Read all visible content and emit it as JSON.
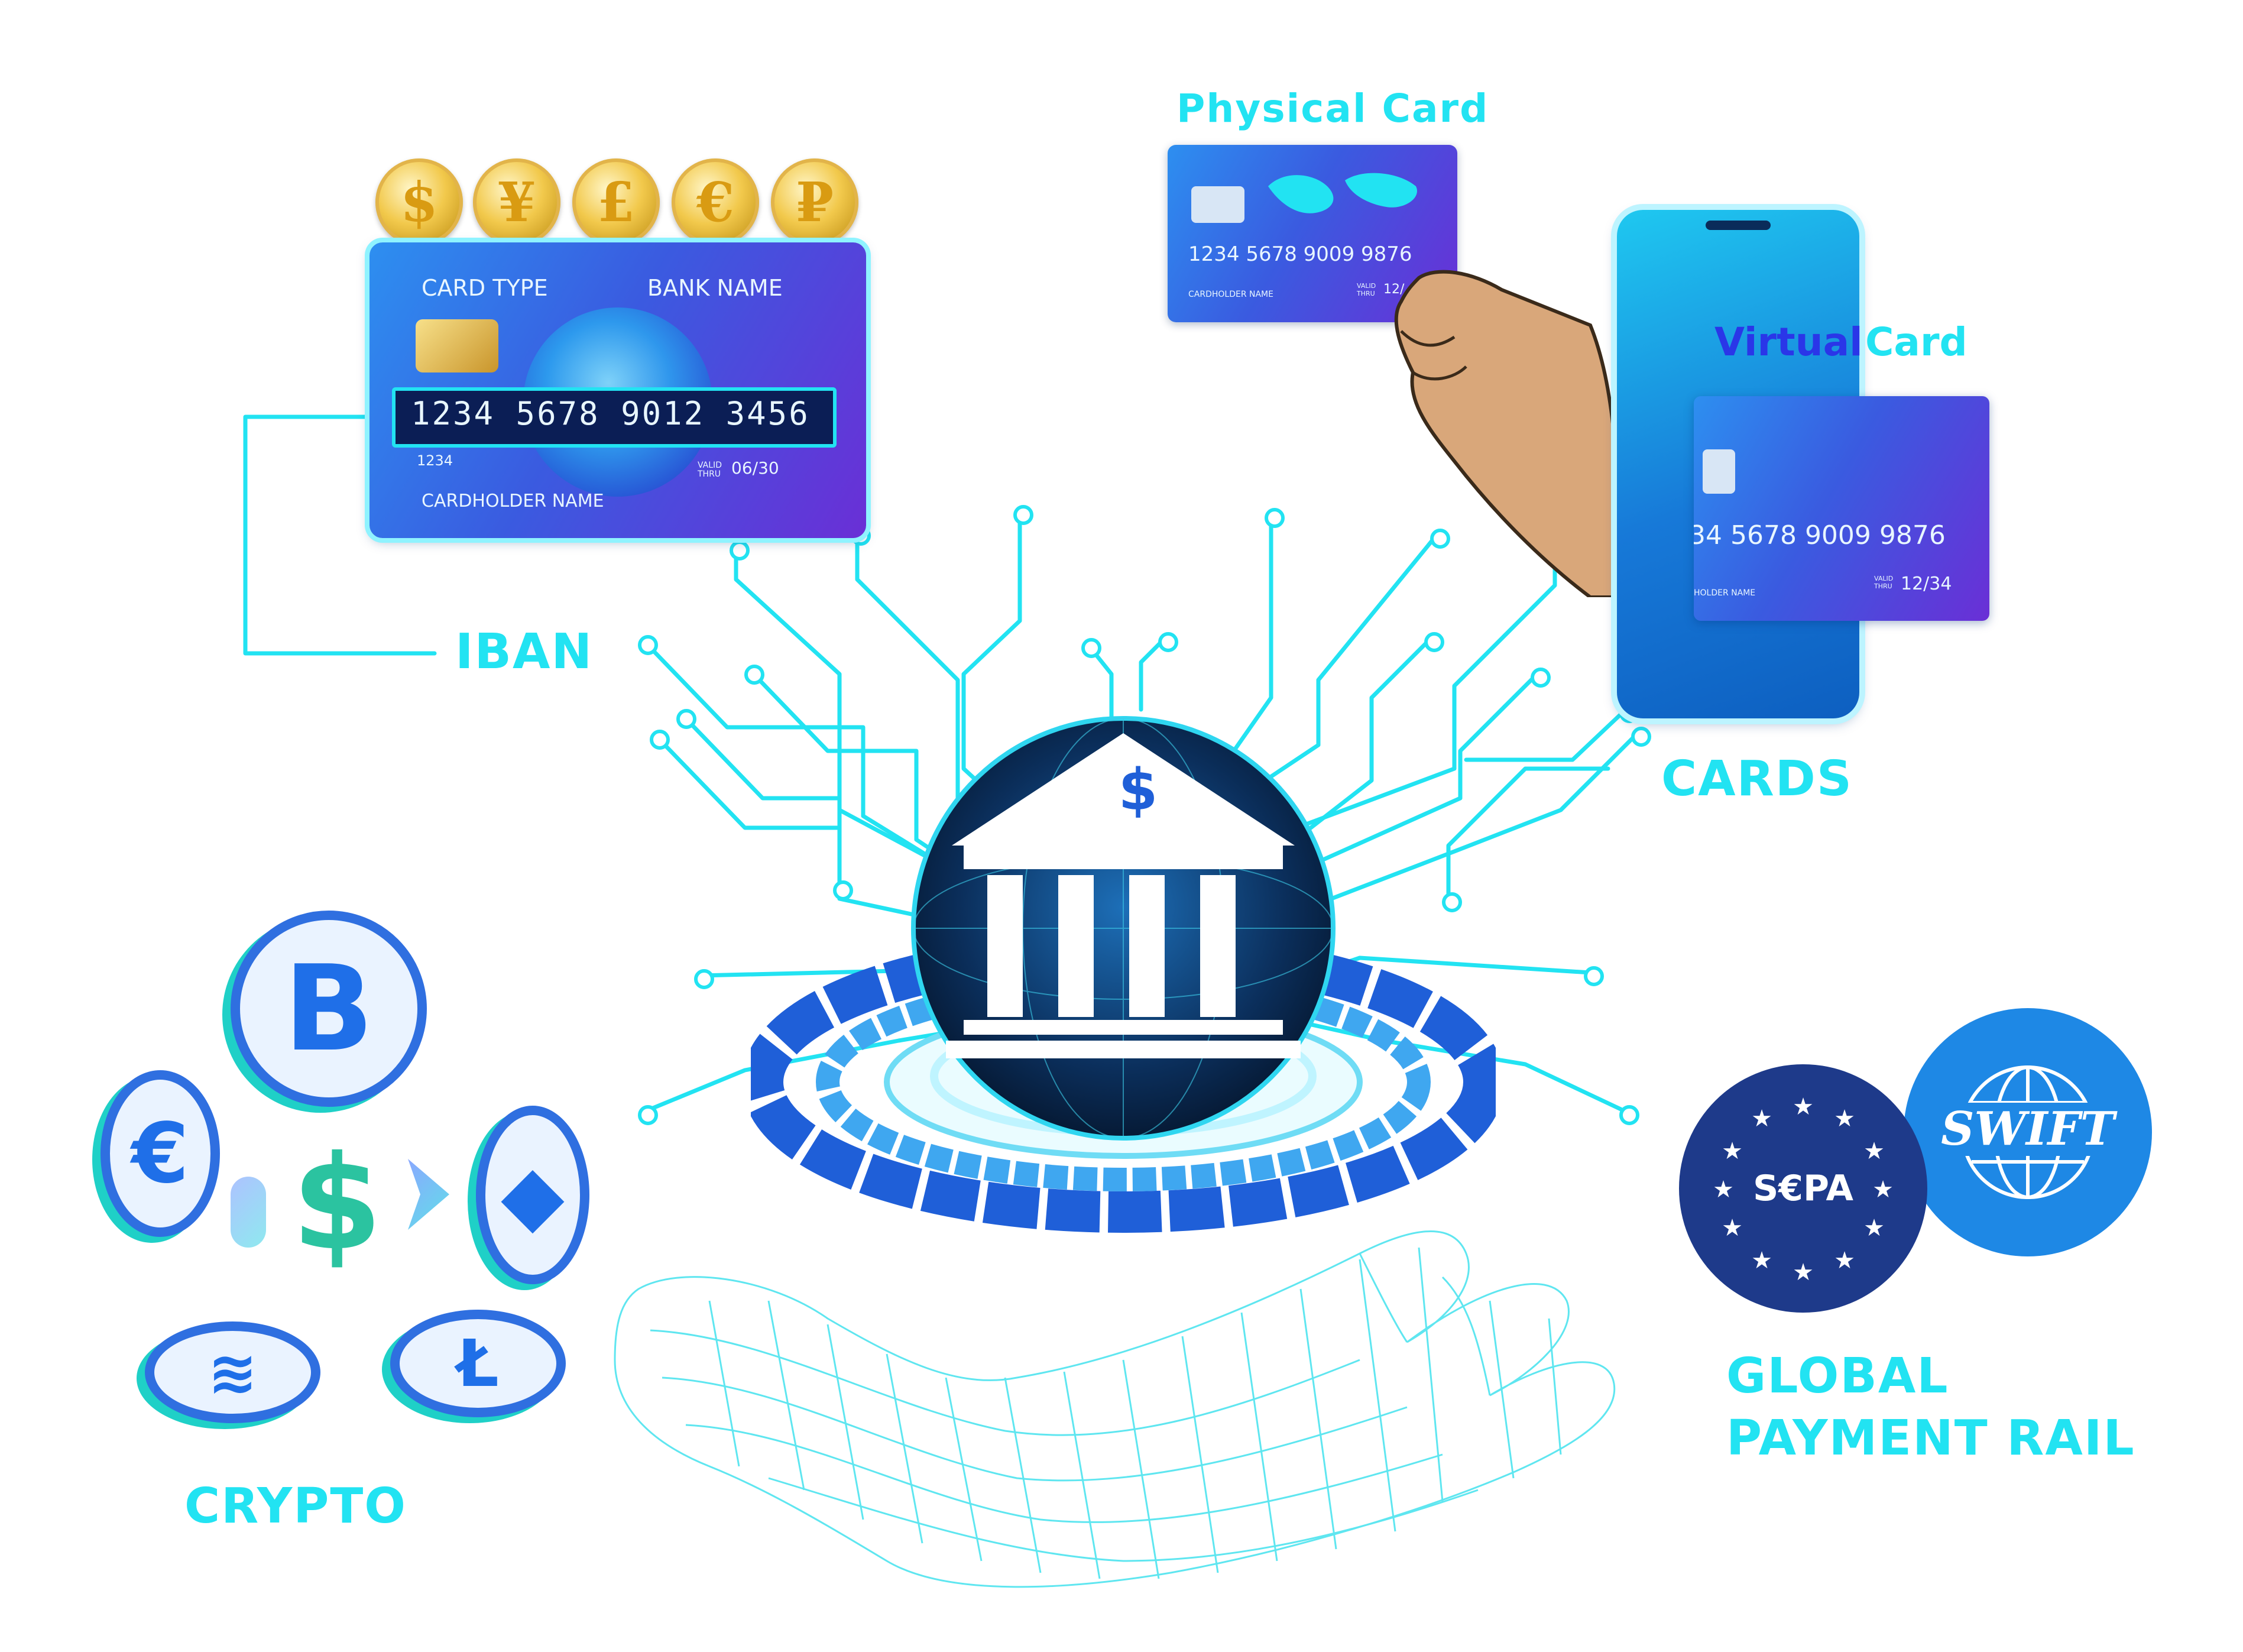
{
  "labels": {
    "iban": "IBAN",
    "cards": "CARDS",
    "crypto": "CRYPTO",
    "global_line1": "GLOBAL",
    "global_line2": "PAYMENT RAIL",
    "physical_card": "Physical Card",
    "virtual_word": "Virtual",
    "card_word": "Card"
  },
  "main_card": {
    "card_type": "CARD TYPE",
    "bank_name": "BANK NAME",
    "number": "1234  5678  9012  3456",
    "small_number": "1234",
    "valid_thru": "VALID THRU",
    "expiry": "06/30",
    "holder": "CARDHOLDER NAME"
  },
  "currency_coins": [
    "$",
    "¥",
    "£",
    "€",
    "₽"
  ],
  "physical_card": {
    "number": "1234 5678 9009 9876",
    "holder": "CARDHOLDER NAME",
    "valid_thru": "VALID THRU",
    "expiry": "12/"
  },
  "virtual_card": {
    "number": "34 5678 9009 9876",
    "holder": "HOLDER NAME",
    "valid_thru": "VALID THRU",
    "expiry": "12/34"
  },
  "bank": {
    "symbol": "$"
  },
  "crypto_coins": {
    "bitcoin": "B",
    "euro": "€",
    "dollar": "$",
    "ripple": "≋",
    "litecoin": "Ł"
  },
  "sepa": {
    "text": "S€PA"
  },
  "swift": {
    "text": "SWIFT"
  },
  "colors": {
    "accent": "#22e3f2",
    "blue": "#2f6fe0",
    "navy": "#1e3a8a",
    "swift_blue": "#1e88e5"
  }
}
